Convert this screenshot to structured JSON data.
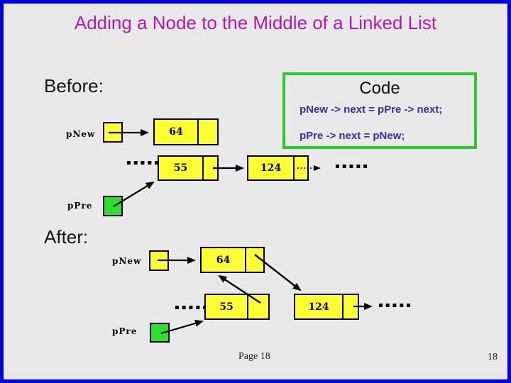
{
  "title": "Adding a Node to the Middle of a Linked List",
  "colors": {
    "background": "#e9e9e9",
    "frame_blue": "#0000e6",
    "title_magenta": "#b31ab3",
    "node_yellow": "#ffff33",
    "pointer_green": "#2ee02e",
    "code_border_green": "#2cc92c",
    "code_text_blue": "#333399",
    "arrow_black": "#000000"
  },
  "code_box": {
    "title": "Code",
    "line1": "pNew -> next = pPre -> next;",
    "line2": "pPre -> next = pNew;"
  },
  "before": {
    "heading": "Before:",
    "pnew_label": "pNew",
    "ppre_label": "pPre",
    "node1": "64",
    "node2": "55",
    "node3": "124",
    "ellipsis_left": "▪▪▪▪▪",
    "ellipsis_right": "▪▪▪▪▪"
  },
  "after": {
    "heading": "After:",
    "pnew_label": "pNew",
    "ppre_label": "pPre",
    "node1": "64",
    "node2": "55",
    "node3": "124",
    "ellipsis_left": "▪▪▪▪▪",
    "ellipsis_right": "▪▪▪▪▪"
  },
  "footer": {
    "page_label": "Page 18",
    "page_number": "18"
  }
}
